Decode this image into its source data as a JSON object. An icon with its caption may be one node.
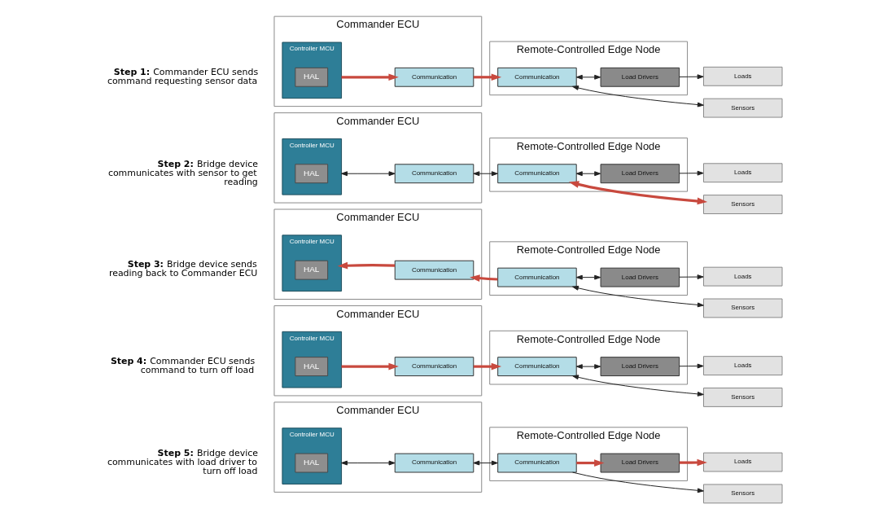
{
  "diagram": {
    "nodes": [
      {
        "text": [
          "Commander ECU"
        ]
      },
      {
        "text": [
          "Controller MCU"
        ],
        "in": 0
      },
      {
        "text": [
          "HAL"
        ],
        "in": 1
      },
      {
        "text": [
          "Communication"
        ],
        "in": 0
      },
      {
        "text": [
          "Remote-Controlled Edge Node"
        ]
      },
      {
        "text": [
          "Communication"
        ],
        "in": 4
      },
      {
        "text": [
          "Load Drivers"
        ],
        "in": 4
      },
      {
        "text": [
          "Sensors"
        ]
      },
      {
        "text": [
          "Loads"
        ]
      },
      {
        "text": [
          "Commander ECU"
        ]
      },
      {
        "text": [
          "Controller MCU"
        ],
        "in": 9
      },
      {
        "text": [
          "HAL"
        ],
        "in": 10
      },
      {
        "text": [
          "Communication"
        ],
        "in": 9
      },
      {
        "text": [
          "Remote-Controlled Edge Node"
        ]
      },
      {
        "text": [
          "Communication"
        ],
        "in": 13
      },
      {
        "text": [
          "Load Drivers"
        ],
        "in": 13
      },
      {
        "text": [
          "Sensors"
        ]
      },
      {
        "text": [
          "Loads"
        ]
      },
      {
        "text": [
          "Commander ECU"
        ]
      },
      {
        "text": [
          "Controller MCU"
        ],
        "in": 18
      },
      {
        "text": [
          "HAL"
        ],
        "in": 19
      },
      {
        "text": [
          "Communication"
        ],
        "in": 18
      },
      {
        "text": [
          "Remote-Controlled Edge Node"
        ]
      },
      {
        "text": [
          "Communication"
        ],
        "in": 22
      },
      {
        "text": [
          "Load Drivers"
        ],
        "in": 22
      },
      {
        "text": [
          "Sensors"
        ]
      },
      {
        "text": [
          "Loads"
        ]
      },
      {
        "text": [
          "Commander ECU"
        ]
      },
      {
        "text": [
          "Controller MCU"
        ],
        "in": 27
      },
      {
        "text": [
          "HAL"
        ],
        "in": 28
      },
      {
        "text": [
          "Communication"
        ],
        "in": 27
      },
      {
        "text": [
          "Remote-Controlled Edge Node"
        ]
      },
      {
        "text": [
          "Communication"
        ],
        "in": 31
      },
      {
        "text": [
          "Load Drivers"
        ],
        "in": 31
      },
      {
        "text": [
          "Sensors"
        ]
      },
      {
        "text": [
          "Loads"
        ]
      },
      {
        "text": [
          "Commander ECU"
        ]
      },
      {
        "text": [
          "Controller MCU"
        ],
        "in": 36
      },
      {
        "text": [
          "HAL"
        ],
        "in": 37
      },
      {
        "text": [
          "Communication"
        ],
        "in": 36
      },
      {
        "text": [
          "Remote-Controlled Edge Node"
        ]
      },
      {
        "text": [
          "Communication"
        ],
        "in": 40
      },
      {
        "text": [
          "Load Drivers"
        ],
        "in": 40
      },
      {
        "text": [
          "Sensors"
        ]
      },
      {
        "text": [
          "Loads"
        ]
      }
    ],
    "edges": [
      {
        "from": 1,
        "to": 3,
        "arrow": "to",
        "style": "thick",
        "color": "#c8493e"
      },
      {
        "from": 3,
        "to": 5,
        "arrow": "to",
        "style": "thick",
        "color": "#c8493e"
      },
      {
        "from": 5,
        "to": 7,
        "arrow": "both"
      },
      {
        "from": 5,
        "to": 6,
        "arrow": "both"
      },
      {
        "from": 6,
        "to": 8,
        "arrow": "to"
      },
      {
        "from": 10,
        "to": 12,
        "arrow": "both"
      },
      {
        "from": 12,
        "to": 14,
        "arrow": "both"
      },
      {
        "from": 14,
        "to": 16,
        "arrow": "both",
        "style": "thick",
        "color": "#c8493e"
      },
      {
        "from": 14,
        "to": 15,
        "arrow": "both"
      },
      {
        "from": 15,
        "to": 17,
        "arrow": "to"
      },
      {
        "from": 21,
        "to": 19,
        "arrow": "to",
        "style": "thick",
        "color": "#c8493e"
      },
      {
        "from": 23,
        "to": 21,
        "arrow": "to",
        "style": "thick",
        "color": "#c8493e"
      },
      {
        "from": 23,
        "to": 25,
        "arrow": "both"
      },
      {
        "from": 23,
        "to": 24,
        "arrow": "both"
      },
      {
        "from": 24,
        "to": 26,
        "arrow": "to"
      },
      {
        "from": 28,
        "to": 30,
        "arrow": "to",
        "style": "thick",
        "color": "#c8493e"
      },
      {
        "from": 30,
        "to": 32,
        "arrow": "to",
        "style": "thick",
        "color": "#c8493e"
      },
      {
        "from": 32,
        "to": 34,
        "arrow": "both"
      },
      {
        "from": 32,
        "to": 33,
        "arrow": "both"
      },
      {
        "from": 33,
        "to": 35,
        "arrow": "to"
      },
      {
        "from": 37,
        "to": 39,
        "arrow": "both"
      },
      {
        "from": 39,
        "to": 41,
        "arrow": "both"
      },
      {
        "from": 41,
        "to": 43,
        "arrow": "to"
      },
      {
        "from": 41,
        "to": 42,
        "arrow": "to",
        "style": "thick",
        "color": "#c8493e"
      },
      {
        "from": 42,
        "to": 44,
        "arrow": "to",
        "style": "thick",
        "color": "#c8493e"
      }
    ],
    "labels": [
      "**Step 1:** Commander ECU sends command requesting sensor data",
      "**Step 2:** Bridge device communicates with sensor to get reading",
      "**Step 3:** Bridge device sends reading back to Commander ECU",
      "**Step 4:** Commander ECU sends command to turn off load",
      "**Step 5:** Bridge device communicates with load driver to turn off load"
    ]
  }
}
